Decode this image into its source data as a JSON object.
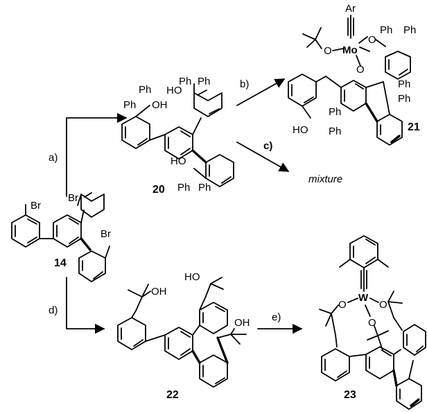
{
  "compounds": {
    "c14": {
      "number": "14",
      "substituents": [
        "Br",
        "Br",
        "Br"
      ]
    },
    "c20": {
      "number": "20",
      "substituents": [
        "Ph",
        "Ph",
        "OH",
        "Ph",
        "Ph",
        "HO",
        "HO",
        "Ph",
        "Ph"
      ]
    },
    "c21": {
      "number": "21",
      "metal": "Mo",
      "alkylidyne": "Ar",
      "labels": [
        "O",
        "O",
        "O",
        "Ph",
        "Ph",
        "Ph",
        "Ph",
        "HO",
        "Ph",
        "Ph"
      ]
    },
    "c22": {
      "number": "22",
      "substituents": [
        "OH",
        "HO",
        "OH"
      ]
    },
    "c23": {
      "number": "23",
      "metal": "W",
      "labels": [
        "O",
        "O",
        "O"
      ]
    }
  },
  "steps": {
    "a": "a)",
    "b": "b)",
    "c": "c)",
    "d": "d)",
    "e": "e)"
  },
  "products": {
    "mixture": "mixture"
  }
}
